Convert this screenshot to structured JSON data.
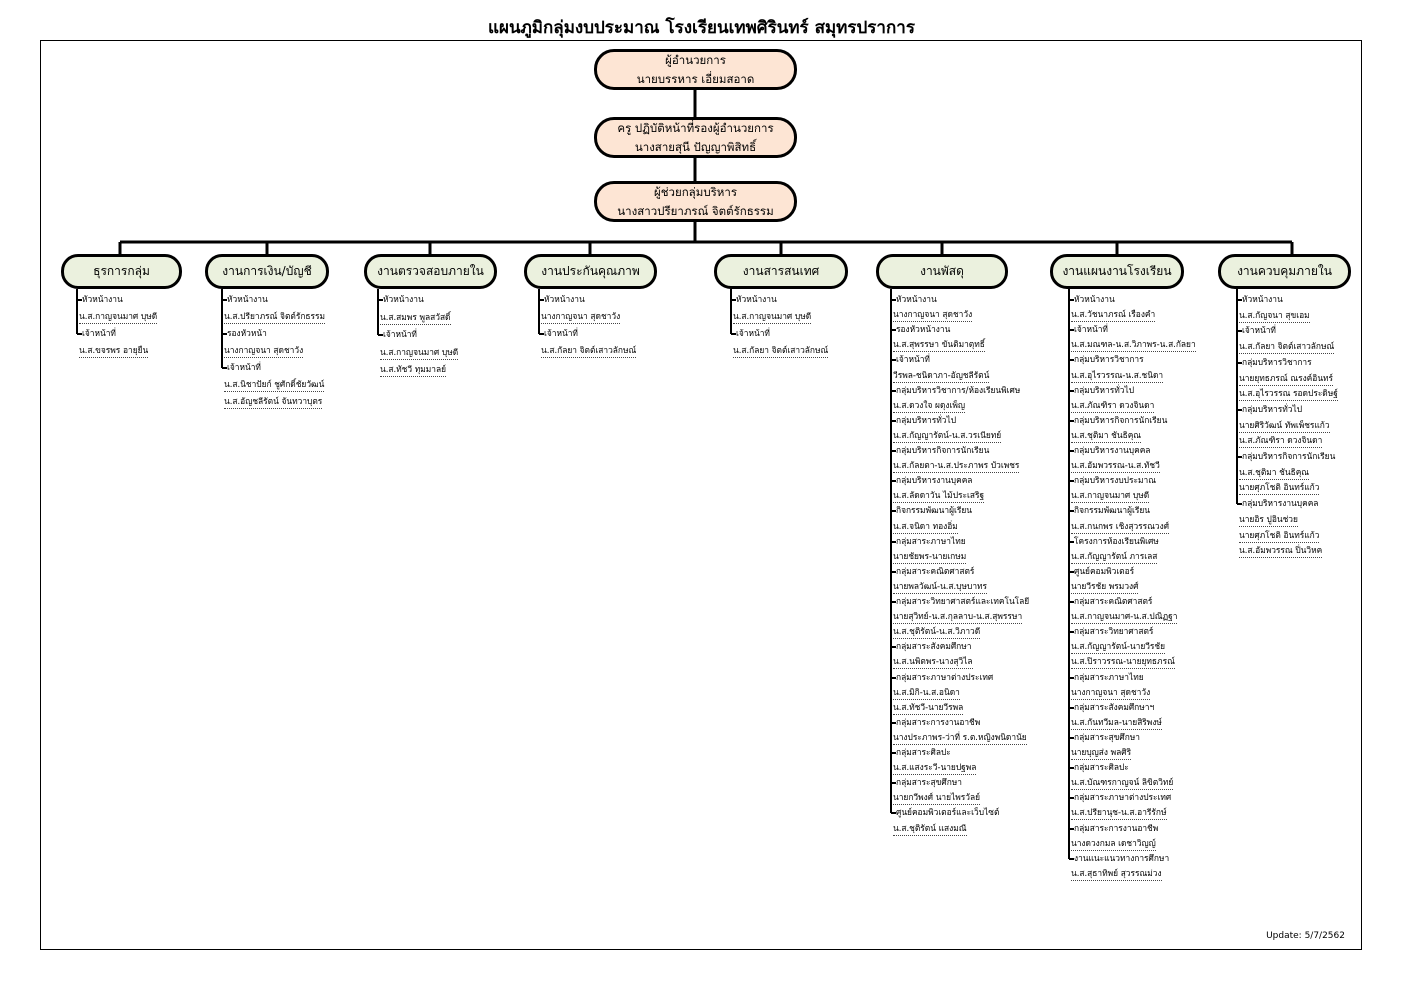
{
  "title": "แผนภูมิกลุ่มงบประมาณ โรงเรียนเทพศิรินทร์ สมุทรปราการ",
  "update": "Update: 5/7/2562",
  "top_boxes": [
    {
      "line1": "ผู้อำนวยการ",
      "line2": "นายบรรหาร เอี่ยมสอาด"
    },
    {
      "line1": "ครู ปฏิบัติหน้าที่รองผู้อำนวยการ",
      "line2": "นางสายสุนี ปัญญาพิสิทธิ์"
    },
    {
      "line1": "ผู้ช่วยกลุ่มบริหาร",
      "line2": "นางสาวปรียาภรณ์ จิตต์รักธรรม"
    }
  ],
  "departments": [
    {
      "name": "ธุรการกลุ่ม",
      "items": [
        {
          "t": "หัวหน้างาน",
          "k": "h"
        },
        {
          "t": "น.ส.กาญจนมาศ บุษดี",
          "k": "n"
        },
        {
          "t": "เจ้าหน้าที่",
          "k": "h"
        },
        {
          "t": "น.ส.ขจรพร อายุยืน",
          "k": "n"
        }
      ]
    },
    {
      "name": "งานการเงิน/บัญชี",
      "items": [
        {
          "t": "หัวหน้างาน",
          "k": "h"
        },
        {
          "t": "น.ส.ปรียาภรณ์ จิตต์รักธรรม",
          "k": "n"
        },
        {
          "t": "รองหัวหน้า",
          "k": "h"
        },
        {
          "t": "นางกาญจนา สุดชาวัง",
          "k": "n"
        },
        {
          "t": "เจ้าหน้าที่",
          "k": "h"
        },
        {
          "t": "น.ส.นิชาปัยก์ ชูศักดิ์ชัยวัฒน์",
          "k": "n"
        },
        {
          "t": "น.ส.อัญชลีรัตน์ จันทวาบุตร",
          "k": "n"
        }
      ]
    },
    {
      "name": "งานตรวจสอบภายใน",
      "items": [
        {
          "t": "หัวหน้างาน",
          "k": "h"
        },
        {
          "t": "น.ส.สมพร พูลสวัสดิ์",
          "k": "n"
        },
        {
          "t": "เจ้าหน้าที่",
          "k": "h"
        },
        {
          "t": "น.ส.กาญจนมาศ บุษดี",
          "k": "n"
        },
        {
          "t": "น.ส.ทัชวี ทุมมาลย์",
          "k": "n"
        }
      ]
    },
    {
      "name": "งานประกันคุณภาพ",
      "items": [
        {
          "t": "หัวหน้างาน",
          "k": "h"
        },
        {
          "t": "นางกาญจนา สุดชาวัง",
          "k": "n"
        },
        {
          "t": "เจ้าหน้าที่",
          "k": "h"
        },
        {
          "t": "น.ส.กัลยา จิตต์เสาวลักษณ์",
          "k": "n"
        }
      ]
    },
    {
      "name": "งานสารสนเทศ",
      "items": [
        {
          "t": "หัวหน้างาน",
          "k": "h"
        },
        {
          "t": "น.ส.กาญจนมาศ บุษดี",
          "k": "n"
        },
        {
          "t": "เจ้าหน้าที่",
          "k": "h"
        },
        {
          "t": "น.ส.กัลยา จิตต์เสาวลักษณ์",
          "k": "n"
        }
      ]
    },
    {
      "name": "งานพัสดุ",
      "items": [
        {
          "t": "หัวหน้างาน",
          "k": "h"
        },
        {
          "t": "นางกาญจนา สุดชาวัง",
          "k": "n"
        },
        {
          "t": "รองหัวหน้างาน",
          "k": "h"
        },
        {
          "t": "น.ส.สุพรรษา ขันติมาตุทธิ์",
          "k": "n"
        },
        {
          "t": "เจ้าหน้าที่",
          "k": "h"
        },
        {
          "t": "วีรพล-ชนิดาภา-อัญชลีรัตน์",
          "k": "n"
        },
        {
          "t": "กลุ่มบริหารวิชาการ/ห้องเรียนพิเศษ",
          "k": "h"
        },
        {
          "t": "น.ส.ดวงใจ ผดุงเพ็ญ",
          "k": "n"
        },
        {
          "t": "กลุ่มบริหารทั่วไป",
          "k": "h"
        },
        {
          "t": "น.ส.กัญญารัตน์-น.ส.วรเนียทย์",
          "k": "n"
        },
        {
          "t": "กลุ่มบริหารกิจการนักเรียน",
          "k": "h"
        },
        {
          "t": "น.ส.กัลยตา-น.ส.ประภาพร บัวเพชร",
          "k": "n"
        },
        {
          "t": "กลุ่มบริหารงานบุคคล",
          "k": "h"
        },
        {
          "t": "น.ส.ลัดดาวัน ไม้ประเสริฐ",
          "k": "n"
        },
        {
          "t": "กิจกรรมพัฒนาผู้เรียน",
          "k": "h"
        },
        {
          "t": "น.ส.จนิดา ทองอิ่ม",
          "k": "n"
        },
        {
          "t": "กลุ่มสาระภาษาไทย",
          "k": "h"
        },
        {
          "t": "นายชัยพร-นายเกษม",
          "k": "n"
        },
        {
          "t": "กลุ่มสาระคณิตศาสตร์",
          "k": "h"
        },
        {
          "t": "นายพลวัฒน์-น.ส.บุษบาทร",
          "k": "n"
        },
        {
          "t": "กลุ่มสาระวิทยาศาสตร์และเทคโนโลยี",
          "k": "h"
        },
        {
          "t": "นายสุวิทย์-น.ส.กุลลาบ-น.ส.สุพรรษา",
          "k": "n"
        },
        {
          "t": "น.ส.ชุติรัตน์-น.ส.วิภาวดี",
          "k": "n"
        },
        {
          "t": "กลุ่มสาระสังคมศึกษา",
          "k": "h"
        },
        {
          "t": "น.ส.นพิตพร-นางสุวิไล",
          "k": "n"
        },
        {
          "t": "กลุ่มสาระภาษาต่างประเทศ",
          "k": "h"
        },
        {
          "t": "น.ส.มิกิ-น.ส.อนิดา",
          "k": "n"
        },
        {
          "t": "น.ส.ทัชวี-นายวีรพล",
          "k": "n"
        },
        {
          "t": "กลุ่มสาระการงานอาชีพ",
          "k": "h"
        },
        {
          "t": "นางประภาพร-ว่าที่ ร.ต.หญิงพนิดานัย",
          "k": "n"
        },
        {
          "t": "กลุ่มสาระศิลปะ",
          "k": "h"
        },
        {
          "t": "น.ส.แสงระวี-นายปฐพล",
          "k": "n"
        },
        {
          "t": "กลุ่มสาระสุขศึกษา",
          "k": "h"
        },
        {
          "t": "นายกวีพงศ์ นายไพรวัลย์",
          "k": "n"
        },
        {
          "t": "ศูนย์คอมพิวเตอร์และเว็บไซต์",
          "k": "h"
        },
        {
          "t": "น.ส.ชุติรัตน์ แสงมณี",
          "k": "n"
        }
      ]
    },
    {
      "name": "งานแผนงานโรงเรียน",
      "items": [
        {
          "t": "หัวหน้างาน",
          "k": "h"
        },
        {
          "t": "น.ส.วัชนาภรณ์ เรืองคำ",
          "k": "n"
        },
        {
          "t": "เจ้าหน้าที่",
          "k": "h"
        },
        {
          "t": "น.ส.มณฑล-น.ส.วิภาพร-น.ส.กัลยา",
          "k": "n"
        },
        {
          "t": "กลุ่มบริหารวิชาการ",
          "k": "h"
        },
        {
          "t": "น.ส.อุไรวรรณ-น.ส.ชนิดา",
          "k": "n"
        },
        {
          "t": "กลุ่มบริหารทั่วไป",
          "k": "h"
        },
        {
          "t": "น.ส.ภัณฑิรา ดวงจินดา",
          "k": "n"
        },
        {
          "t": "กลุ่มบริหารกิจการนักเรียน",
          "k": "h"
        },
        {
          "t": "น.ส.ชุติมา ชันธิคุณ",
          "k": "n"
        },
        {
          "t": "กลุ่มบริหารงานบุคคล",
          "k": "h"
        },
        {
          "t": "น.ส.อัมพวรรณ-น.ส.ทัชวี",
          "k": "n"
        },
        {
          "t": "กลุ่มบริหารงบประมาณ",
          "k": "h"
        },
        {
          "t": "น.ส.กาญจนมาศ บุษดี",
          "k": "n"
        },
        {
          "t": "กิจกรรมพัฒนาผู้เรียน",
          "k": "h"
        },
        {
          "t": "น.ส.กนกพร เชิงสุวรรณวงศ์",
          "k": "n"
        },
        {
          "t": "โครงการห้องเรียนพิเศษ",
          "k": "h"
        },
        {
          "t": "น.ส.กัญญารัตน์ ภารเลส",
          "k": "n"
        },
        {
          "t": "ศูนย์คอมพิวเตอร์",
          "k": "h"
        },
        {
          "t": "นายวีรชัย พรมวงศ์",
          "k": "n"
        },
        {
          "t": "กลุ่มสาระคณิตศาสตร์",
          "k": "h"
        },
        {
          "t": "น.ส.กาญจนมาศ-น.ส.ปณิฏฐา",
          "k": "n"
        },
        {
          "t": "กลุ่มสาระวิทยาศาสตร์",
          "k": "h"
        },
        {
          "t": "น.ส.กัญญารัตน์-นายวีรชัย",
          "k": "n"
        },
        {
          "t": "น.ส.ปิราวรรณ-นายยุทธภรณ์",
          "k": "n"
        },
        {
          "t": "กลุ่มสาระภาษาไทย",
          "k": "h"
        },
        {
          "t": "นางกาญจนา สุดชาวัง",
          "k": "n"
        },
        {
          "t": "กลุ่มสาระสังคมศึกษาฯ",
          "k": "h"
        },
        {
          "t": "น.ส.กันทวีมล-นายสิริพงษ์",
          "k": "n"
        },
        {
          "t": "กลุ่มสาระสุขศึกษา",
          "k": "h"
        },
        {
          "t": "นายบุญส่ง พลศิริ",
          "k": "n"
        },
        {
          "t": "กลุ่มสาระศิลปะ",
          "k": "h"
        },
        {
          "t": "น.ส.บัณฑรกาญจน์ ลิขิตวิทย์",
          "k": "n"
        },
        {
          "t": "กลุ่มสาระภาษาต่างประเทศ",
          "k": "h"
        },
        {
          "t": "น.ส.ปรียานุช-น.ส.อารีรักษ์",
          "k": "n"
        },
        {
          "t": "กลุ่มสาระการงานอาชีพ",
          "k": "h"
        },
        {
          "t": "นางดวงกมล เดชาวิญญ์",
          "k": "n"
        },
        {
          "t": "งานแนะแนวทางการศึกษา",
          "k": "h"
        },
        {
          "t": "น.ส.สุธาทิพย์ สุวรรณม่วง",
          "k": "n"
        }
      ]
    },
    {
      "name": "งานควบคุมภายใน",
      "items": [
        {
          "t": "หัวหน้างาน",
          "k": "h"
        },
        {
          "t": "น.ส.กัญจนา สุขเอม",
          "k": "n"
        },
        {
          "t": "เจ้าหน้าที่",
          "k": "h"
        },
        {
          "t": "น.ส.กัลยา จิตต์เสาวลักษณ์",
          "k": "n"
        },
        {
          "t": "กลุ่มบริหารวิชาการ",
          "k": "h"
        },
        {
          "t": "นายยุทธภรณ์ ณรงค์อินทร์",
          "k": "n"
        },
        {
          "t": "น.ส.อุไรวรรณ รอดประดิษฐ์",
          "k": "n"
        },
        {
          "t": "กลุ่มบริหารทั่วไป",
          "k": "h"
        },
        {
          "t": "นายศิริวัฒน์ ทัพเพ็ชรแก้ว",
          "k": "n"
        },
        {
          "t": "น.ส.ภัณฑิรา ดวงจินดา",
          "k": "n"
        },
        {
          "t": "กลุ่มบริหารกิจการนักเรียน",
          "k": "h"
        },
        {
          "t": "น.ส.ชุติมา ชันธิคุณ",
          "k": "n"
        },
        {
          "t": "นายศุภโชติ อินทร์แก้ว",
          "k": "n"
        },
        {
          "t": "กลุ่มบริหารงานบุคคล",
          "k": "h"
        },
        {
          "t": "นายอิร ปูอินช่วย",
          "k": "n"
        },
        {
          "t": "นายศุภโชติ อินทร์แก้ว",
          "k": "n"
        },
        {
          "t": "น.ส.อัมพวรรณ ปิ่นวิหค",
          "k": "n"
        }
      ]
    }
  ]
}
